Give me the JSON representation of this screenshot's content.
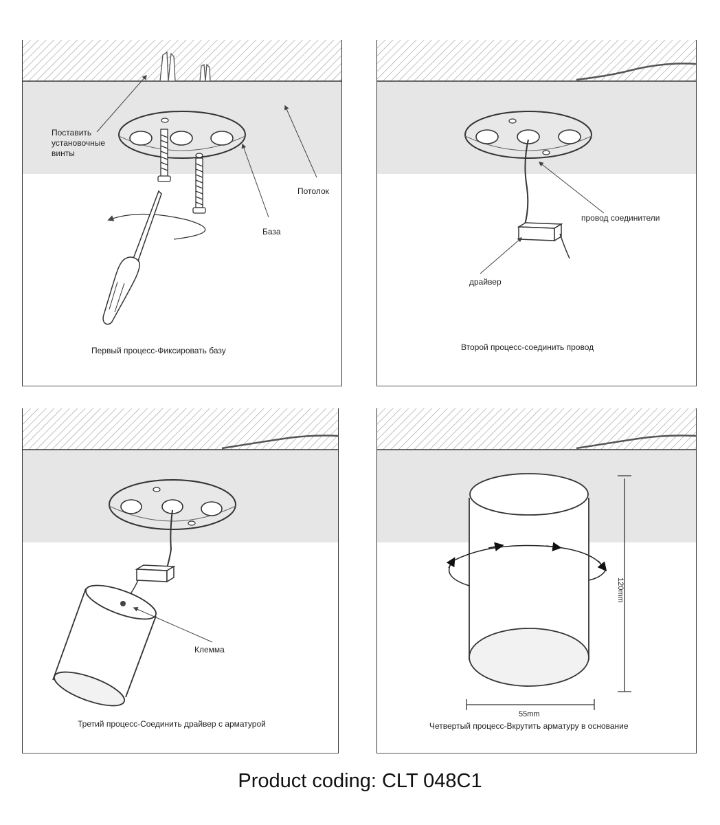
{
  "panel1": {
    "label_screws": [
      "Поставить",
      "установочные",
      "винты"
    ],
    "label_ceiling": "Потолок",
    "label_base": "База",
    "caption": "Первый процесс-Фиксировать базу"
  },
  "panel2": {
    "label_wire": "провод соединители",
    "label_driver": "драйвер",
    "caption": "Второй процесс-соединить провод"
  },
  "panel3": {
    "label_terminal": "Клемма",
    "caption": "Третий процесс-Соединить драйвер  с арматурой"
  },
  "panel4": {
    "dim_height": "120mm",
    "dim_width": "55mm",
    "caption": "Четвертый процесс-Вкрутить арматуру в основание"
  },
  "footer": "Product coding: CLT 048C1"
}
